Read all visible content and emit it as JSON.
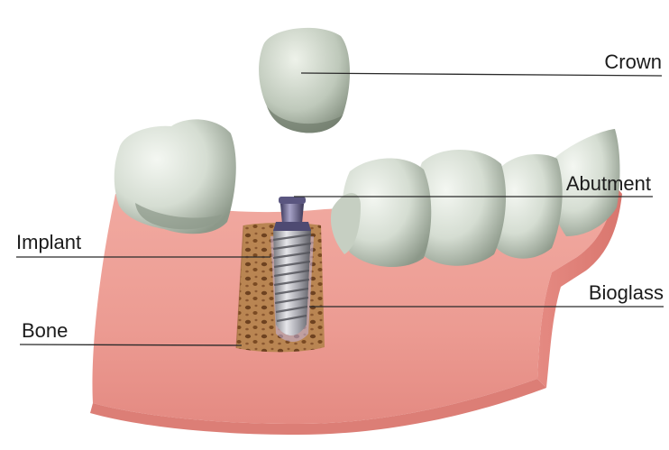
{
  "diagram": {
    "labels": {
      "crown": "Crown",
      "abutment": "Abutment",
      "implant": "Implant",
      "bioglass": "Bioglass",
      "bone": "Bone"
    }
  },
  "colors": {
    "gum": "#ec9b92",
    "gum_shadow": "#d9776f",
    "tooth": "#dfe5dd",
    "tooth_shadow": "#9aa597",
    "bone": "#b47d4c",
    "bone_pore": "#7a4a22",
    "implant": "#b8b8bc",
    "abutment": "#6a6590"
  }
}
